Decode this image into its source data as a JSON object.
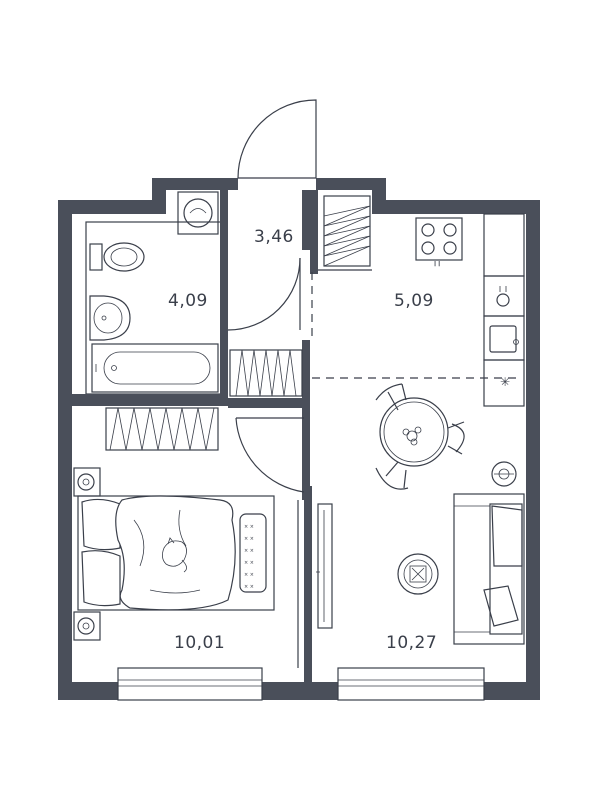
{
  "rooms": [
    {
      "id": "hall",
      "area": "3,46"
    },
    {
      "id": "bathroom",
      "area": "4,09"
    },
    {
      "id": "kitchen",
      "area": "5,09"
    },
    {
      "id": "bedroom",
      "area": "10,01"
    },
    {
      "id": "living",
      "area": "10,27"
    }
  ],
  "colors": {
    "wall": "#4a4f5a",
    "line": "#3a3f4a",
    "background": "#ffffff"
  },
  "icons": [
    "washing-machine-icon",
    "toilet-icon",
    "sink-icon",
    "bathtub-icon",
    "stove-icon",
    "kitchen-sink-icon",
    "dining-table-icon",
    "bed-icon",
    "sofa-icon",
    "cat-icon",
    "plant-icon",
    "armchair-icon"
  ]
}
